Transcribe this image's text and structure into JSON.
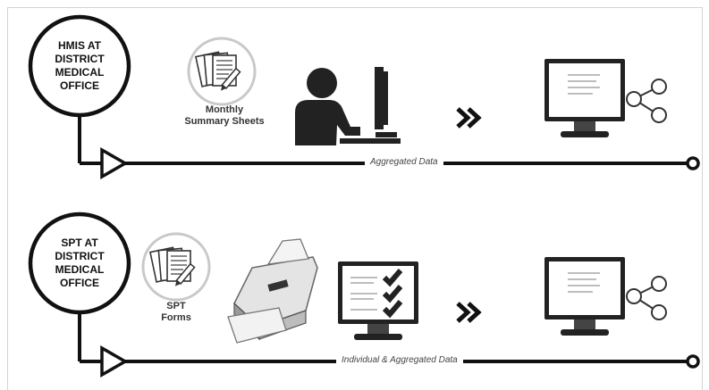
{
  "rows": [
    {
      "office": [
        "HMIS AT",
        "DISTRICT",
        "MEDICAL",
        "OFFICE"
      ],
      "document_caption": [
        "Monthly",
        "Summary Sheets"
      ],
      "flow_label": "Aggregated Data",
      "icons": [
        "document-icon",
        "person-at-computer-icon",
        "double-chevron-icon",
        "monitor-icon",
        "share-icon"
      ]
    },
    {
      "office": [
        "SPT AT",
        "DISTRICT",
        "MEDICAL",
        "OFFICE"
      ],
      "document_caption": [
        "SPT",
        "Forms"
      ],
      "flow_label": "Individual & Aggregated Data",
      "icons": [
        "document-icon",
        "scanner-icon",
        "checklist-monitor-icon",
        "double-chevron-icon",
        "monitor-icon",
        "share-icon"
      ]
    }
  ]
}
